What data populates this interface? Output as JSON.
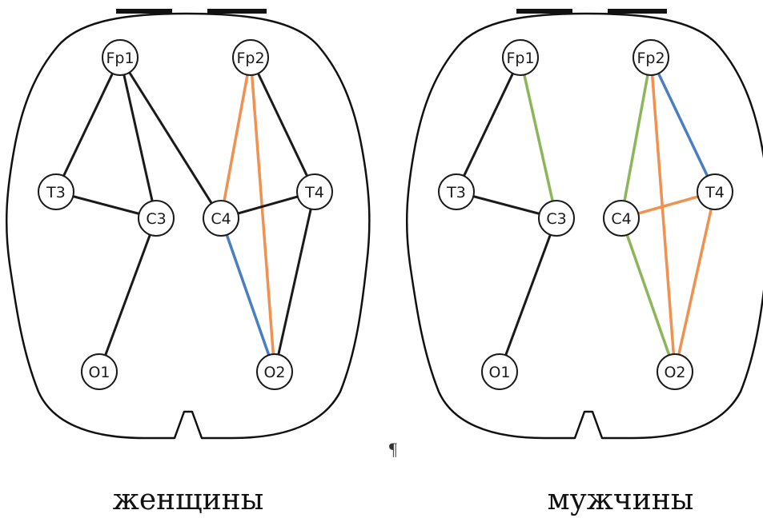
{
  "colors": {
    "black": "#1a1a1a",
    "orange": "#f0914f",
    "blue": "#4a7ec0",
    "green": "#8db55a"
  },
  "panels": [
    {
      "caption": "женщины",
      "nodes": [
        "Fp1",
        "Fp2",
        "T3",
        "C3",
        "C4",
        "T4",
        "O1",
        "O2"
      ],
      "edges": [
        {
          "from": "Fp1",
          "to": "T3",
          "color": "black"
        },
        {
          "from": "Fp1",
          "to": "C3",
          "color": "black"
        },
        {
          "from": "Fp1",
          "to": "C4",
          "color": "black"
        },
        {
          "from": "T3",
          "to": "C3",
          "color": "black"
        },
        {
          "from": "C3",
          "to": "O1",
          "color": "black"
        },
        {
          "from": "Fp2",
          "to": "C4",
          "color": "orange"
        },
        {
          "from": "Fp2",
          "to": "O2",
          "color": "orange"
        },
        {
          "from": "Fp2",
          "to": "T4",
          "color": "black"
        },
        {
          "from": "C4",
          "to": "T4",
          "color": "black"
        },
        {
          "from": "C4",
          "to": "O2",
          "color": "blue"
        },
        {
          "from": "T4",
          "to": "O2",
          "color": "black"
        }
      ]
    },
    {
      "caption": "мужчины",
      "nodes": [
        "Fp1",
        "Fp2",
        "T3",
        "C3",
        "C4",
        "T4",
        "O1",
        "O2"
      ],
      "edges": [
        {
          "from": "Fp1",
          "to": "T3",
          "color": "black"
        },
        {
          "from": "Fp1",
          "to": "C3",
          "color": "green"
        },
        {
          "from": "T3",
          "to": "C3",
          "color": "black"
        },
        {
          "from": "C3",
          "to": "O1",
          "color": "black"
        },
        {
          "from": "Fp2",
          "to": "C4",
          "color": "green"
        },
        {
          "from": "Fp2",
          "to": "O2",
          "color": "orange"
        },
        {
          "from": "Fp2",
          "to": "T4",
          "color": "blue"
        },
        {
          "from": "C4",
          "to": "T4",
          "color": "orange"
        },
        {
          "from": "C4",
          "to": "O2",
          "color": "green"
        },
        {
          "from": "T4",
          "to": "O2",
          "color": "orange"
        }
      ]
    }
  ],
  "paragraph_mark": "¶"
}
